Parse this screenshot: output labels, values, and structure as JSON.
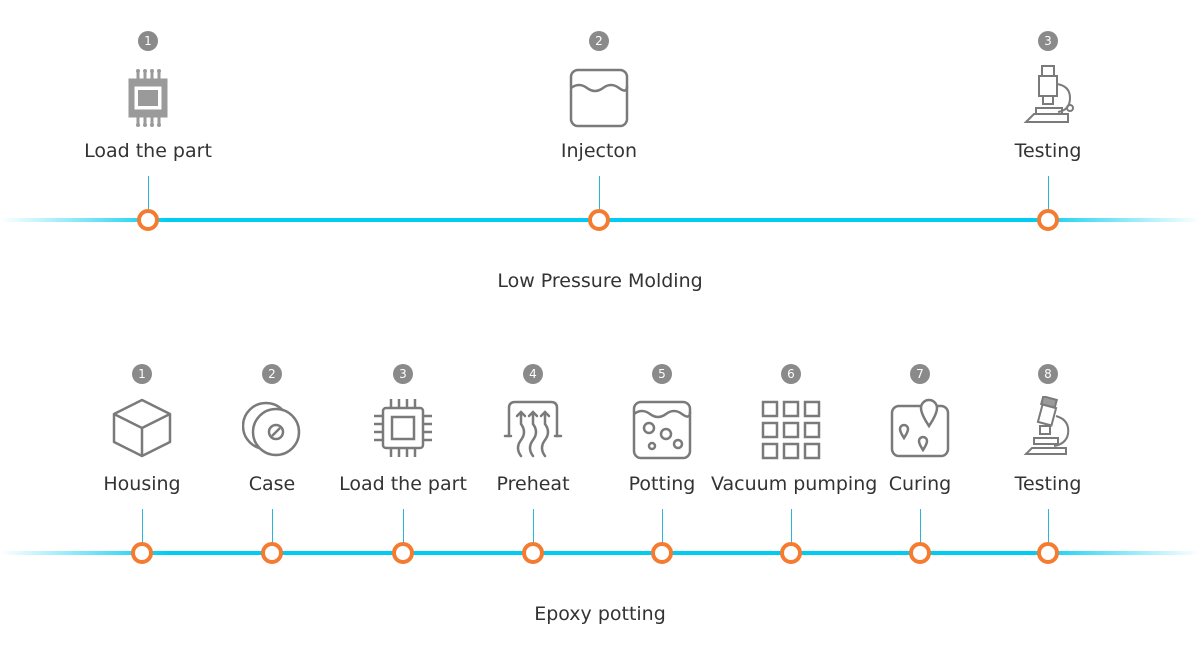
{
  "diagrams": [
    {
      "title": "Low Pressure Molding",
      "steps": [
        {
          "number": "1",
          "label": "Load the part",
          "icon": "chip-icon"
        },
        {
          "number": "2",
          "label": "Injecton",
          "icon": "container-fill-icon"
        },
        {
          "number": "3",
          "label": "Testing",
          "icon": "microscope-icon"
        }
      ]
    },
    {
      "title": "Epoxy potting",
      "steps": [
        {
          "number": "1",
          "label": "Housing",
          "icon": "cube-icon"
        },
        {
          "number": "2",
          "label": "Case",
          "icon": "disc-case-icon"
        },
        {
          "number": "3",
          "label": "Load the part",
          "icon": "chip-icon"
        },
        {
          "number": "4",
          "label": "Preheat",
          "icon": "heat-waves-icon"
        },
        {
          "number": "5",
          "label": "Potting",
          "icon": "bubbles-container-icon"
        },
        {
          "number": "6",
          "label": "Vacuum pumping",
          "icon": "grid-icon"
        },
        {
          "number": "7",
          "label": "Curing",
          "icon": "map-pins-icon"
        },
        {
          "number": "8",
          "label": "Testing",
          "icon": "microscope-icon"
        }
      ]
    }
  ],
  "colors": {
    "line": "#00ccf2",
    "node_border": "#f47b30",
    "badge": "#8a8a8a",
    "icon": "#7a7a7a",
    "connector": "#2ab7d9"
  }
}
